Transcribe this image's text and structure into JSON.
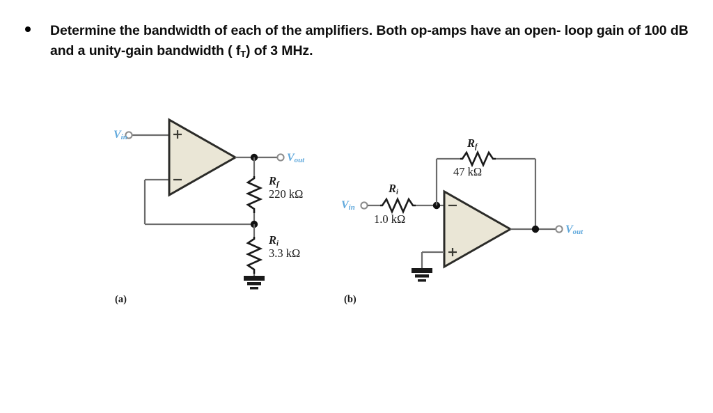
{
  "question": {
    "bullet": "•",
    "line1_a": "Determine the bandwidth of each of the amplifiers. Both op-amps have an open-",
    "line2_a": "loop gain of 100 dB and a unity-gain bandwidth ( f",
    "line2_sub": "T",
    "line2_b": ") of 3 MHz.",
    "full_text": "Determine the bandwidth of each of the amplifiers. Both op-amps have an open-loop gain of 100 dB and a unity-gain bandwidth ( fT) of 3 MHz."
  },
  "colors": {
    "terminal_label": "#5fa8dc",
    "opamp_fill": "#eae6d6",
    "opamp_stroke": "#2b2b28",
    "wire": "#6b6b6b",
    "node": "#111111",
    "text": "#1a1a1a",
    "background": "#ffffff"
  },
  "figures": [
    {
      "id": "a",
      "caption": "(a)",
      "topology": "non-inverting amplifier",
      "input_terminal": {
        "symbol": "V",
        "subscript": "in"
      },
      "output_terminal": {
        "symbol": "V",
        "subscript": "out"
      },
      "opamp": {
        "plus_label": "+",
        "minus_label": "−",
        "plus_position": "top",
        "minus_position": "bottom"
      },
      "components": [
        {
          "name": "Rf",
          "symbol": "R",
          "subscript": "f",
          "value": "220 kΩ",
          "orientation": "vertical"
        },
        {
          "name": "Ri",
          "symbol": "R",
          "subscript": "i",
          "value": "3.3 kΩ",
          "orientation": "vertical"
        }
      ],
      "ground": true
    },
    {
      "id": "b",
      "caption": "(b)",
      "topology": "inverting amplifier",
      "input_terminal": {
        "symbol": "V",
        "subscript": "in"
      },
      "output_terminal": {
        "symbol": "V",
        "subscript": "out"
      },
      "opamp": {
        "plus_label": "+",
        "minus_label": "−",
        "plus_position": "bottom",
        "minus_position": "top"
      },
      "components": [
        {
          "name": "Rf",
          "symbol": "R",
          "subscript": "f",
          "value": "47 kΩ",
          "orientation": "horizontal"
        },
        {
          "name": "Ri",
          "symbol": "R",
          "subscript": "i",
          "value": "1.0 kΩ",
          "orientation": "horizontal"
        }
      ],
      "ground": true
    }
  ],
  "labels": {
    "fig_a_vin_sym": "V",
    "fig_a_vin_sub": "in",
    "fig_a_vout_sym": "V",
    "fig_a_vout_sub": "out",
    "fig_a_rf_sym": "R",
    "fig_a_rf_sub": "f",
    "fig_a_rf_val": "220 kΩ",
    "fig_a_ri_sym": "R",
    "fig_a_ri_sub": "i",
    "fig_a_ri_val": "3.3 kΩ",
    "fig_a_caption": "(a)",
    "fig_a_plus": "+",
    "fig_a_minus": "−",
    "fig_b_vin_sym": "V",
    "fig_b_vin_sub": "in",
    "fig_b_vout_sym": "V",
    "fig_b_vout_sub": "out",
    "fig_b_rf_sym": "R",
    "fig_b_rf_sub": "f",
    "fig_b_rf_val": "47 kΩ",
    "fig_b_ri_sym": "R",
    "fig_b_ri_sub": "i",
    "fig_b_ri_val": "1.0 kΩ",
    "fig_b_caption": "(b)",
    "fig_b_plus": "+",
    "fig_b_minus": "−"
  }
}
